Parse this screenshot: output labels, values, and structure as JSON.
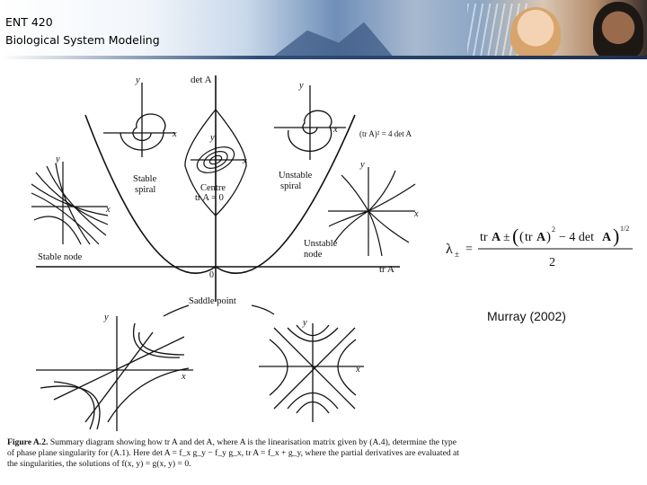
{
  "slide": {
    "course_code": "ENT 420",
    "course_name": "Biological System Modeling",
    "credit": "Murray (2002)"
  },
  "figure": {
    "axis_det": "det A",
    "axis_tr": "tr A",
    "origin": "0",
    "parabola": "(tr A)² = 4 det A",
    "stable_spiral": [
      "Stable",
      "spiral"
    ],
    "unstable_spiral": [
      "Unstable",
      "spiral"
    ],
    "centre": [
      "Centre",
      "tr A = 0"
    ],
    "stable_node": "Stable node",
    "unstable_node": [
      "Unstable",
      "node"
    ],
    "saddle_point": "Saddle point",
    "x": "x",
    "y": "y"
  },
  "formula": {
    "lhs": "λ",
    "sub": "±",
    "eq": "=",
    "numerator_a": "tr",
    "pm": "±",
    "numerator_b": "tr",
    "minus": "− 4 det",
    "denominator": "2",
    "sq": "2",
    "half": "1/2",
    "bold_a": "A"
  },
  "caption": {
    "label": "Figure A.2.",
    "text": "Summary diagram showing how tr A and det A, where A is the linearisation matrix given by (A.4), determine the type of phase plane singularity for (A.1). Here det A = f_x g_y − f_y g_x, tr A = f_x + g_y, where the partial derivatives are evaluated at the singularities, the solutions of f(x, y) = g(x, y) = 0."
  }
}
